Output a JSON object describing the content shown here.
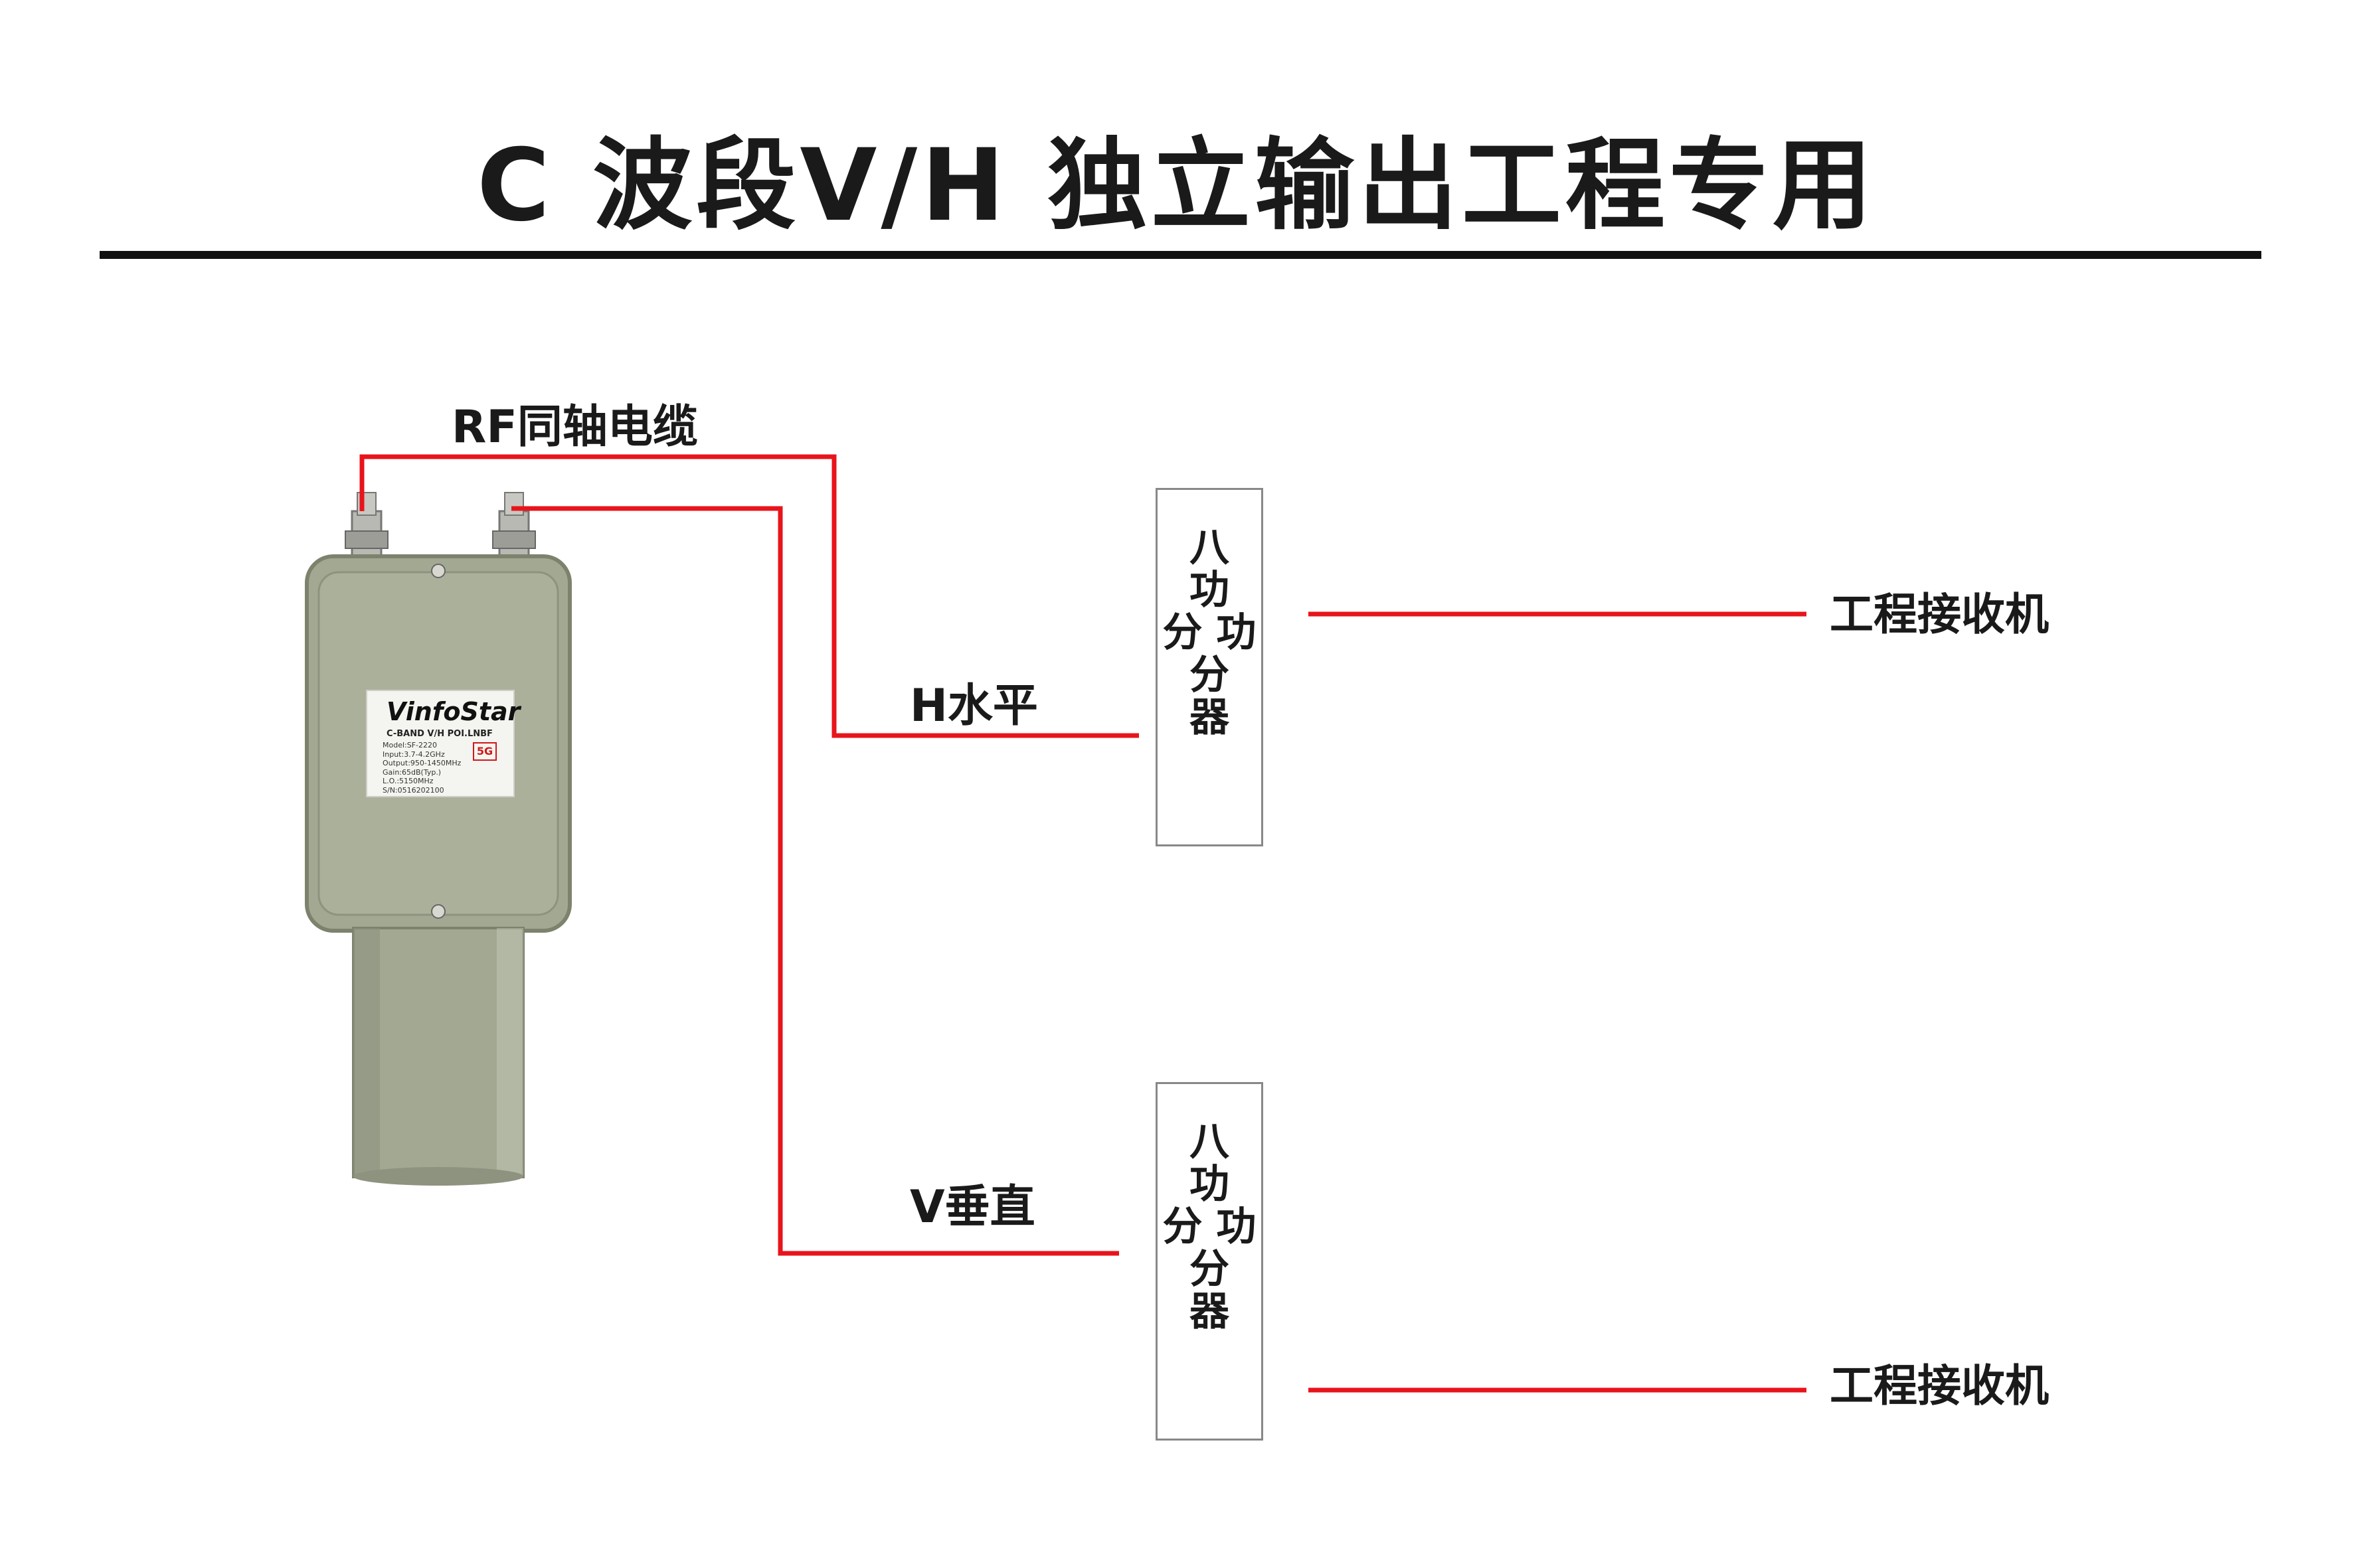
{
  "title": "C 波段V/H 独立输出工程专用",
  "labels": {
    "cable": "RF同轴电缆",
    "horizontal": "H水平",
    "vertical": "V垂直"
  },
  "splitters": [
    {
      "text": "八\n功\n分 功\n分\n器"
    },
    {
      "text": "八\n功\n分 功\n分\n器"
    }
  ],
  "receivers": [
    "工程接收机",
    "工程接收机"
  ],
  "device_label": {
    "brand": "VinfoStar",
    "model_line": "C-BAND V/H POI.LNBF",
    "specs": [
      "Model:SF-2220",
      "Input:3.7-4.2GHz",
      "Output:950-1450MHz",
      "Gain:65dB(Typ.)",
      "L.O.:5150MHz",
      "S/N:0516202100"
    ],
    "badge": "5G"
  },
  "colors": {
    "wire": "#e8141b",
    "text": "#1a1a1a",
    "device_body": "#a8ad98",
    "device_shade": "#8e937f"
  }
}
